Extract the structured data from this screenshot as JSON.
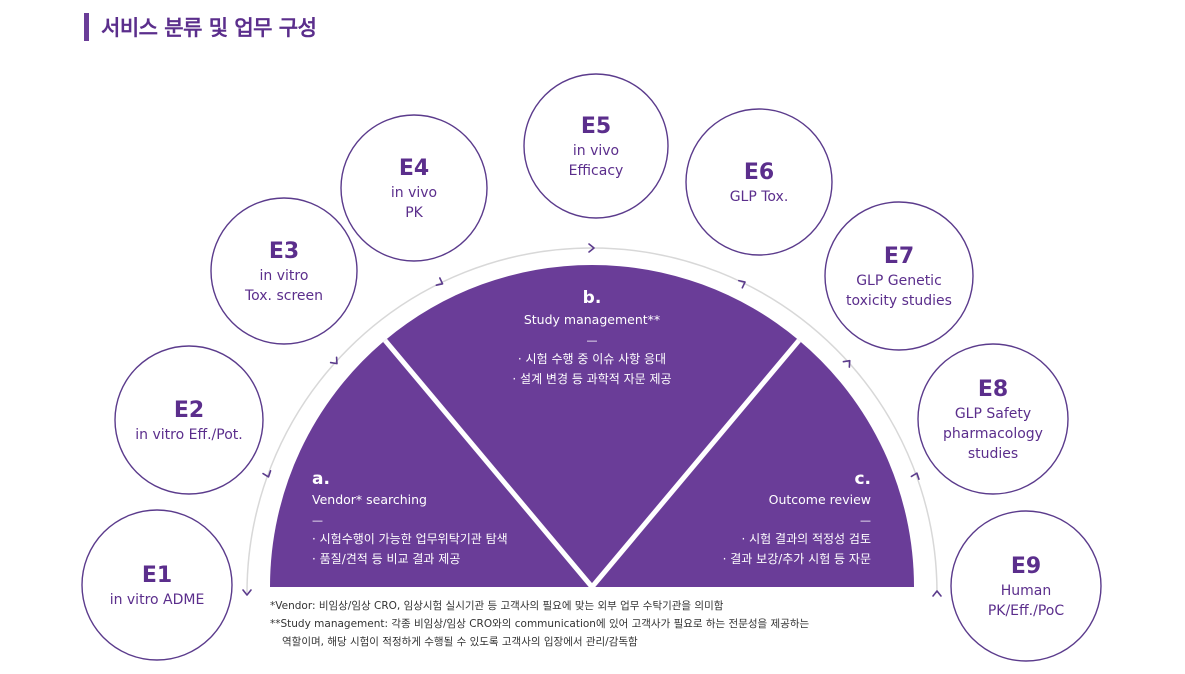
{
  "title": "서비스 분류 및 업무 구성",
  "colors": {
    "accent": "#6a3d98",
    "dark_purple": "#5b2e8c",
    "circle_border": "#5b3b8c",
    "arc": "#d8d8d8",
    "text_dark": "#333333"
  },
  "services": [
    {
      "code": "E1",
      "lines": [
        "in vitro ADME"
      ]
    },
    {
      "code": "E2",
      "lines": [
        "in vitro Eff./Pot."
      ]
    },
    {
      "code": "E3",
      "lines": [
        "in vitro",
        "Tox. screen"
      ]
    },
    {
      "code": "E4",
      "lines": [
        "in vivo",
        "PK"
      ]
    },
    {
      "code": "E5",
      "lines": [
        "in vivo",
        "Efficacy"
      ]
    },
    {
      "code": "E6",
      "lines": [
        "GLP Tox."
      ]
    },
    {
      "code": "E7",
      "lines": [
        "GLP Genetic",
        "toxicity studies"
      ]
    },
    {
      "code": "E8",
      "lines": [
        "GLP Safety",
        "pharmacology",
        "studies"
      ]
    },
    {
      "code": "E9",
      "lines": [
        "Human",
        "PK/Eff./PoC"
      ]
    }
  ],
  "segments": {
    "a": {
      "letter": "a.",
      "name": "Vendor* searching",
      "dash": "—",
      "bullets": [
        "· 시험수행이 가능한 업무위탁기관 탐색",
        "· 품질/견적 등 비교 결과 제공"
      ]
    },
    "b": {
      "letter": "b.",
      "name": "Study management**",
      "dash": "—",
      "bullets": [
        "· 시험 수행 중 이슈 사항 응대",
        "· 설계 변경 등 과학적 자문 제공"
      ]
    },
    "c": {
      "letter": "c.",
      "name": "Outcome review",
      "dash": "—",
      "bullets": [
        "· 시험 결과의 적정성 검토",
        "· 결과 보강/추가 시험 등 자문"
      ]
    }
  },
  "notes": {
    "vendor": "*Vendor: 비임상/임상 CRO, 임상시험 실시기관 등 고객사의 필요에 맞는 외부 업무 수탁기관을 의미함",
    "study_line1": "**Study management: 각종 비임상/임상 CRO와의 communication에 있어 고객사가 필요로 하는 전문성을 제공하는",
    "study_line2": "역할이며, 해당 시험이 적정하게 수행될 수 있도록 고객사의 입장에서 관리/감독함"
  }
}
